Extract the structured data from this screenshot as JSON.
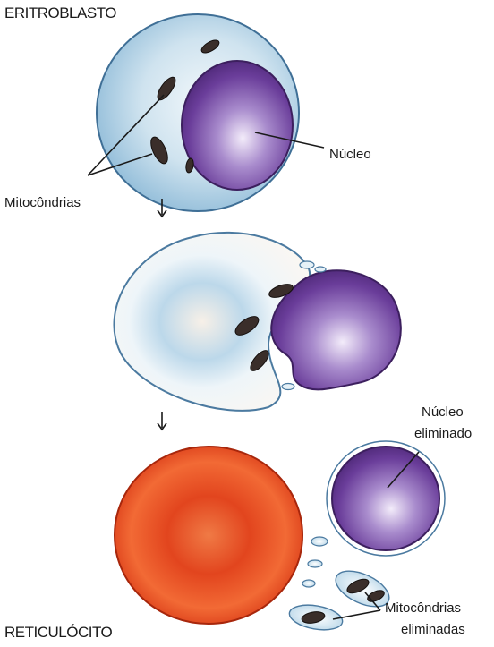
{
  "labels": {
    "top_stage": "ERITROBLASTO",
    "bottom_stage": "RETICULÓCITO",
    "nucleus": "Núcleo",
    "mitochondria": "Mitocôndrias",
    "eliminated_nucleus_line1": "Núcleo",
    "eliminated_nucleus_line2": "eliminado",
    "eliminated_mito_line1": "Mitocôndrias",
    "eliminated_mito_line2": "eliminadas"
  },
  "colors": {
    "cytoplasm_blue": "#a9cfe6",
    "cytoplasm_light": "#e9f3f8",
    "nucleus_purple": "#6a3d9a",
    "nucleus_light": "#e6dcf2",
    "reticulocyte_red": "#e8461f",
    "reticulocyte_orange": "#f2703a",
    "mitochondria_dark": "#3a2e2a",
    "ink": "#1a1a1a"
  }
}
